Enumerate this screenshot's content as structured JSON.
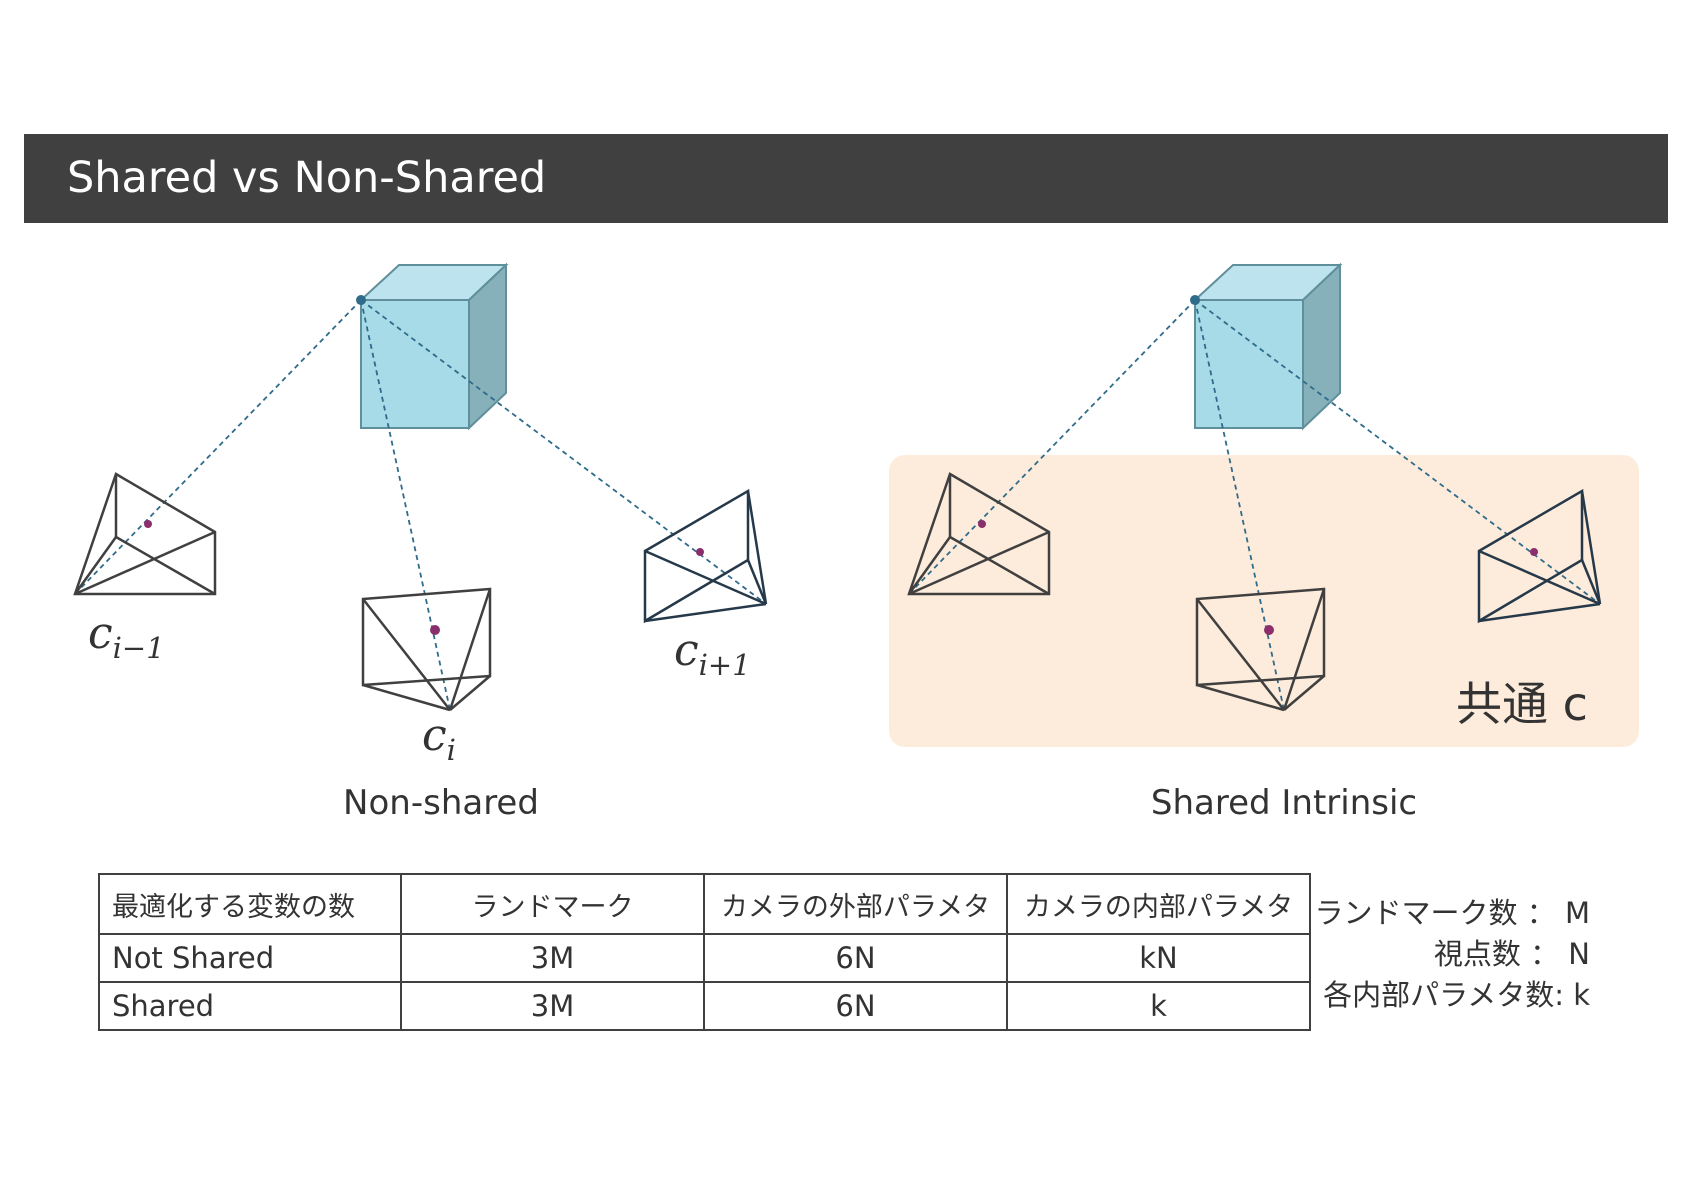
{
  "header": {
    "title": "Shared vs Non-Shared"
  },
  "captions": {
    "left": "Non-shared",
    "right": "Shared Intrinsic"
  },
  "shared_label": "共通 c",
  "camera_labels": {
    "prev": {
      "base": "c",
      "sub": "i−1"
    },
    "curr": {
      "base": "c",
      "sub": "i"
    },
    "next": {
      "base": "c",
      "sub": "i+1"
    }
  },
  "table": {
    "headers": [
      "最適化する変数の数",
      "ランドマーク",
      "カメラの外部パラメタ",
      "カメラの内部パラメタ"
    ],
    "rows": [
      [
        "Not Shared",
        "3M",
        "6N",
        "kN"
      ],
      [
        "Shared",
        "3M",
        "6N",
        "k"
      ]
    ]
  },
  "legend": [
    "ランドマーク数 ： M",
    "視点数 ： N",
    "各内部パラメタ数: k"
  ],
  "colors": {
    "header_bg": "#404040",
    "cube_front": "#a6dbe7",
    "cube_top": "#bde3ee",
    "cube_side": "#86b1bb",
    "shared_panel": "#fdecdb",
    "ray": "#2f6b8a"
  }
}
